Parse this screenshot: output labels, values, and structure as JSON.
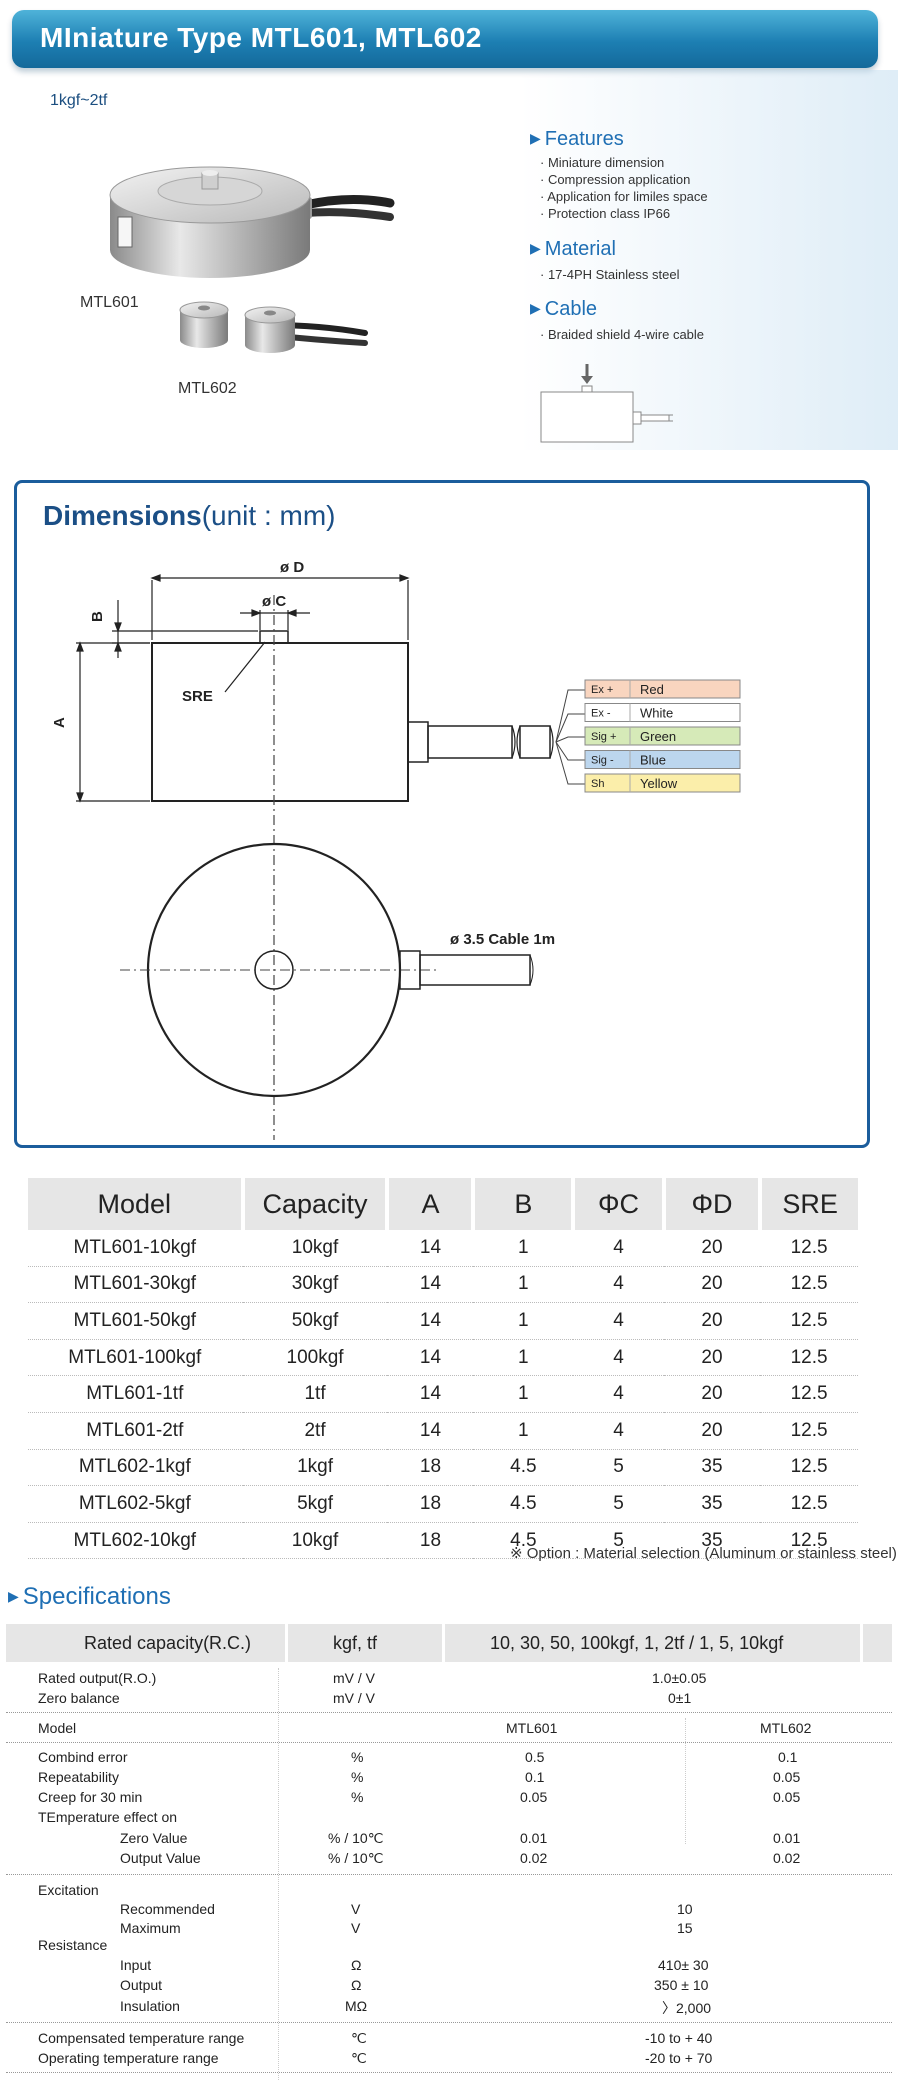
{
  "header": {
    "title": "MIniature Type MTL601, MTL602"
  },
  "capacity_range": "1kgf~2tf",
  "products": {
    "large": "MTL601",
    "small": "MTL602"
  },
  "features": {
    "title": "Features",
    "items": [
      "· Miniature dimension",
      "· Compression application",
      "· Application for limiles space",
      "· Protection class IP66"
    ]
  },
  "material": {
    "title": "Material",
    "items": [
      "· 17-4PH Stainless steel"
    ]
  },
  "cable": {
    "title": "Cable",
    "items": [
      "· Braided shield 4-wire cable"
    ]
  },
  "dimensions": {
    "title_bold": "Dimensions",
    "title_unit": "(unit : mm)",
    "labels": {
      "phiD": "ø D",
      "phiC": "ø C",
      "B": "B",
      "A": "A",
      "SRE": "SRE",
      "cable": "ø 3.5 Cable 1m"
    },
    "wires": [
      {
        "pin": "Ex +",
        "color": "Red",
        "hex": "#f9d5bf"
      },
      {
        "pin": "Ex -",
        "color": "White",
        "hex": "#ffffff"
      },
      {
        "pin": "Sig +",
        "color": "Green",
        "hex": "#d6eab8"
      },
      {
        "pin": "Sig -",
        "color": "Blue",
        "hex": "#bcd6ee"
      },
      {
        "pin": "Sh",
        "color": "Yellow",
        "hex": "#fbeeaa"
      }
    ]
  },
  "model_table": {
    "headers": [
      "Model",
      "Capacity",
      "A",
      "B",
      "ΦC",
      "ΦD",
      "SRE"
    ],
    "rows": [
      [
        "MTL601-10kgf",
        "10kgf",
        "14",
        "1",
        "4",
        "20",
        "12.5"
      ],
      [
        "MTL601-30kgf",
        "30kgf",
        "14",
        "1",
        "4",
        "20",
        "12.5"
      ],
      [
        "MTL601-50kgf",
        "50kgf",
        "14",
        "1",
        "4",
        "20",
        "12.5"
      ],
      [
        "MTL601-100kgf",
        "100kgf",
        "14",
        "1",
        "4",
        "20",
        "12.5"
      ],
      [
        "MTL601-1tf",
        "1tf",
        "14",
        "1",
        "4",
        "20",
        "12.5"
      ],
      [
        "MTL601-2tf",
        "2tf",
        "14",
        "1",
        "4",
        "20",
        "12.5"
      ],
      [
        "MTL602-1kgf",
        "1kgf",
        "18",
        "4.5",
        "5",
        "35",
        "12.5"
      ],
      [
        "MTL602-5kgf",
        "5kgf",
        "18",
        "4.5",
        "5",
        "35",
        "12.5"
      ],
      [
        "MTL602-10kgf",
        "10kgf",
        "18",
        "4.5",
        "5",
        "35",
        "12.5"
      ]
    ],
    "note": "※ Option : Material selection (Aluminum or stainless steel)"
  },
  "specifications": {
    "title": "Specifications",
    "header": {
      "c1": "Rated capacity(R.C.)",
      "c2": "kgf, tf",
      "c3": "10, 30, 50, 100kgf, 1, 2tf / 1, 5, 10kgf"
    },
    "rated_output": {
      "label": "Rated output(R.O.)",
      "unit": "mV / V",
      "value": "1.0±0.05"
    },
    "zero_balance": {
      "label": "Zero balance",
      "unit": "mV / V",
      "value": "0±1"
    },
    "model": {
      "label": "Model",
      "c1": "MTL601",
      "c2": "MTL602"
    },
    "combind_error": {
      "label": "Combind error",
      "unit": "%",
      "c1": "0.5",
      "c2": "0.1"
    },
    "repeatability": {
      "label": "Repeatability",
      "unit": "%",
      "c1": "0.1",
      "c2": "0.05"
    },
    "creep": {
      "label": "Creep for 30 min",
      "unit": "%",
      "c1": "0.05",
      "c2": "0.05"
    },
    "temp_effect": {
      "label": "TEmperature effect on"
    },
    "zero_value": {
      "label": "Zero Value",
      "unit": "% / 10℃",
      "c1": "0.01",
      "c2": "0.01"
    },
    "output_value": {
      "label": "Output Value",
      "unit": "% / 10℃",
      "c1": "0.02",
      "c2": "0.02"
    },
    "excitation": {
      "label": "Excitation"
    },
    "recommended": {
      "label": "Recommended",
      "unit": "V",
      "value": "10"
    },
    "maximum": {
      "label": "Maximum",
      "unit": "V",
      "value": "15"
    },
    "resistance": {
      "label": "Resistance"
    },
    "input": {
      "label": "Input",
      "unit": "Ω",
      "value": "410± 30"
    },
    "output": {
      "label": "Output",
      "unit": "Ω",
      "value": "350 ± 10"
    },
    "insulation": {
      "label": "Insulation",
      "unit": "MΩ",
      "value": "〉2,000"
    },
    "comp_temp": {
      "label": "Compensated temperature range",
      "unit": "℃",
      "value": "-10 to + 40"
    },
    "oper_temp": {
      "label": "Operating temperature range",
      "unit": "℃",
      "value": "-20 to + 70"
    }
  }
}
